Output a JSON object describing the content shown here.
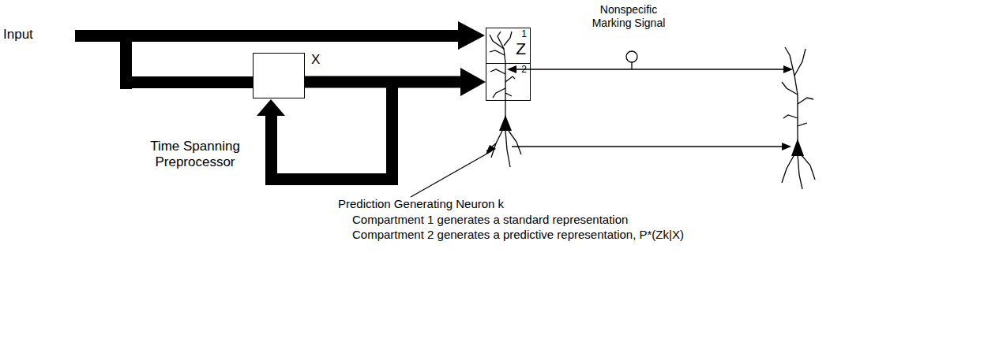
{
  "diagram": {
    "nodes": [
      {
        "text": [
          "1",
          "Z"
        ]
      },
      {
        "text": [
          "2"
        ]
      },
      {
        "text": [
          "Time Spanning Preprocessor"
        ]
      }
    ],
    "edges": [
      {
        "from": 2,
        "to": 1,
        "label": "X",
        "arrow": "to"
      }
    ],
    "labels": [
      "Input",
      "Nonspecific Marking Signal",
      "Prediction Generating Neuron k",
      "Compartment 1 generates a standard representation",
      "Compartment 2 generates a predictive representation, P*(Zk|X)"
    ]
  }
}
